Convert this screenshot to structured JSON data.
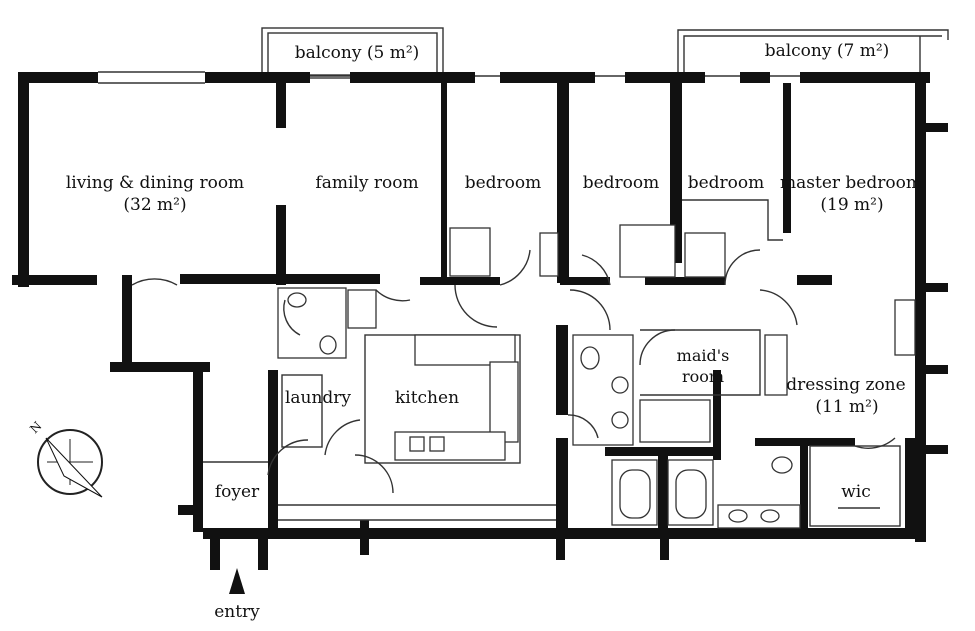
{
  "rooms": {
    "balcony_left": "balcony (5 m²)",
    "balcony_right": "balcony (7 m²)",
    "living_line1": "living & dining room",
    "living_line2": "(32 m²)",
    "family": "family room",
    "bedroom_a": "bedroom",
    "bedroom_b": "bedroom",
    "bedroom_c": "bedroom",
    "master_line1": "master bedroom",
    "master_line2": "(19 m²)",
    "maids_line1": "maid's",
    "maids_line2": "room",
    "laundry": "laundry",
    "kitchen": "kitchen",
    "dressing_line1": "dressing zone",
    "dressing_line2": "(11 m²)",
    "wic": "wic",
    "foyer": "foyer"
  },
  "entry_label": "entry",
  "compass_label": "N",
  "icons": {
    "compass": "north-arrow-icon",
    "entry": "entry-arrow-icon"
  }
}
